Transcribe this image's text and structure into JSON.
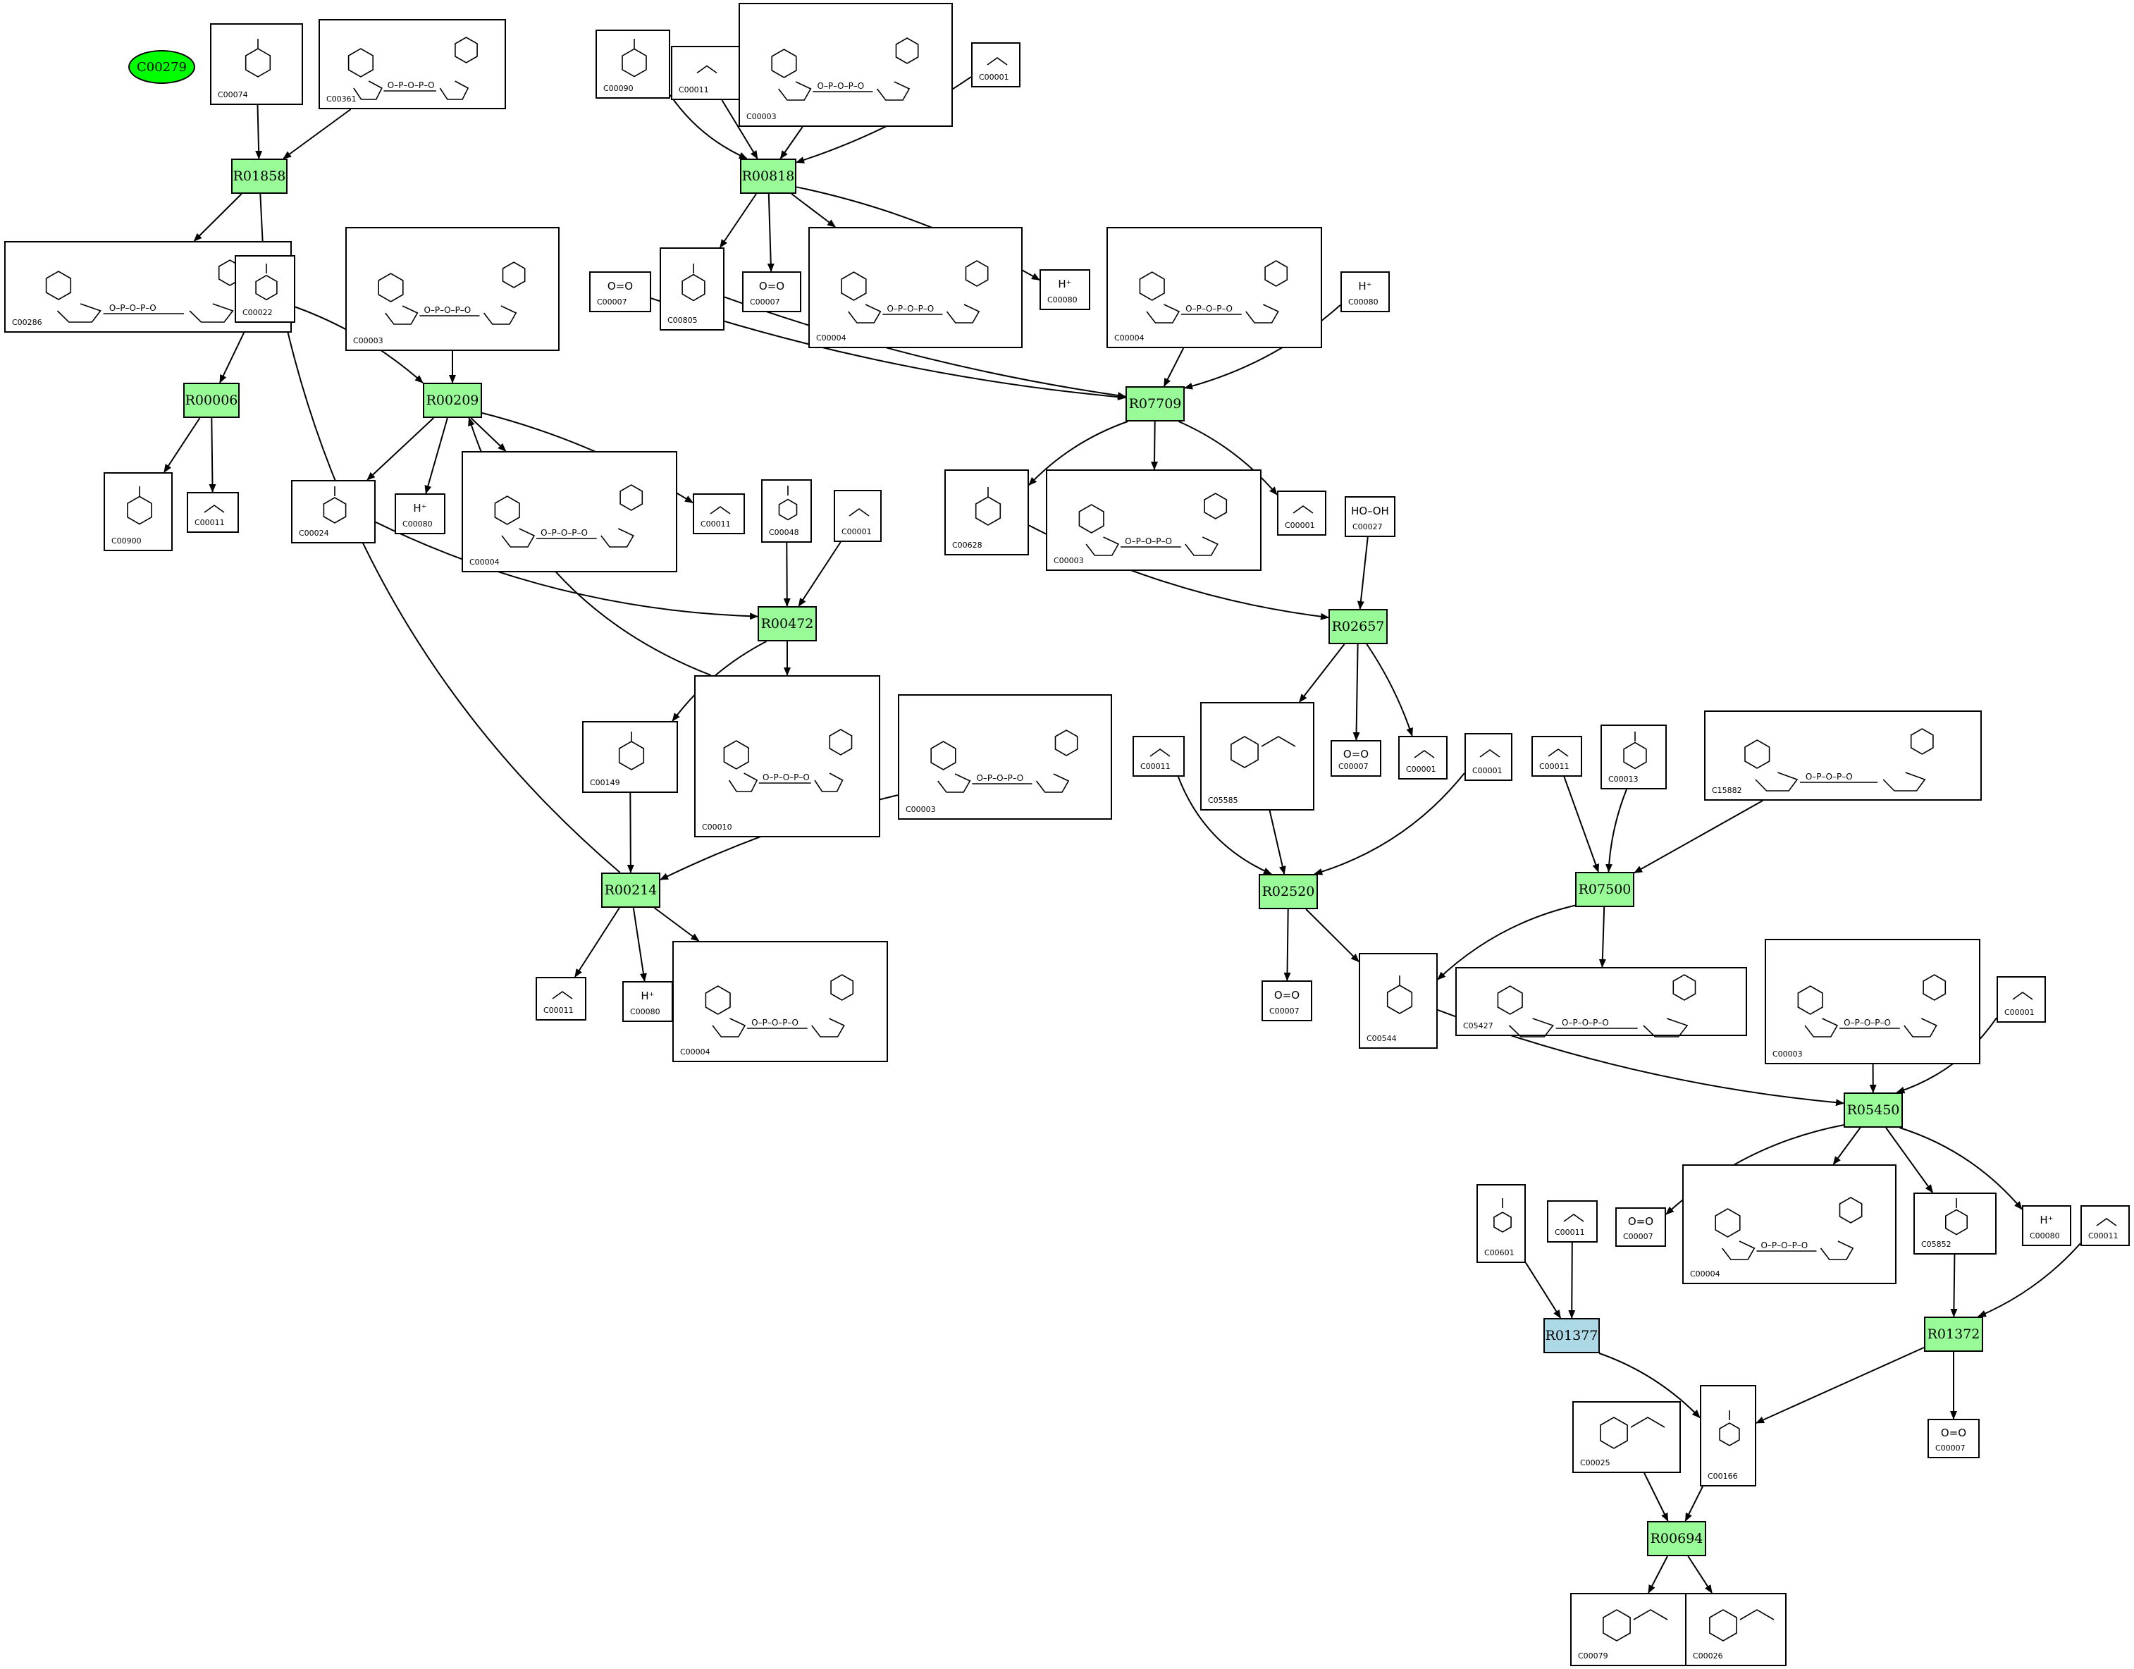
{
  "start_node": "C00279",
  "reactions": [
    {
      "id": "R01858"
    },
    {
      "id": "R00818"
    },
    {
      "id": "R00006"
    },
    {
      "id": "R00209"
    },
    {
      "id": "R07709"
    },
    {
      "id": "R00472"
    },
    {
      "id": "R02657"
    },
    {
      "id": "R00214"
    },
    {
      "id": "R02520"
    },
    {
      "id": "R07500"
    },
    {
      "id": "R05450"
    },
    {
      "id": "R01377"
    },
    {
      "id": "R01372"
    },
    {
      "id": "R00694"
    }
  ],
  "compounds": [
    {
      "key": "n1",
      "id": "C00074",
      "formula": ""
    },
    {
      "key": "n2",
      "id": "C00361",
      "formula": ""
    },
    {
      "key": "n3",
      "id": "C00090",
      "formula": ""
    },
    {
      "key": "n4",
      "id": "C00011",
      "formula": ""
    },
    {
      "key": "n5",
      "id": "C00003",
      "formula": ""
    },
    {
      "key": "n6",
      "id": "C00001",
      "formula": ""
    },
    {
      "key": "n7",
      "id": "C00286",
      "formula": ""
    },
    {
      "key": "n8",
      "id": "C00022",
      "formula": ""
    },
    {
      "key": "n9",
      "id": "C00003",
      "formula": ""
    },
    {
      "key": "n10",
      "id": "C00805",
      "formula": ""
    },
    {
      "key": "n11",
      "id": "C00007",
      "formula": "O=O"
    },
    {
      "key": "n12",
      "id": "C00007",
      "formula": "O=O"
    },
    {
      "key": "n13",
      "id": "C00004",
      "formula": ""
    },
    {
      "key": "n14",
      "id": "C00080",
      "formula": "H⁺"
    },
    {
      "key": "n15",
      "id": "C00004",
      "formula": ""
    },
    {
      "key": "n16",
      "id": "C00080",
      "formula": "H⁺"
    },
    {
      "key": "n17",
      "id": "C00900",
      "formula": ""
    },
    {
      "key": "n18",
      "id": "C00011",
      "formula": ""
    },
    {
      "key": "n19",
      "id": "C00024",
      "formula": ""
    },
    {
      "key": "n20",
      "id": "C00080",
      "formula": "H⁺"
    },
    {
      "key": "n21",
      "id": "C00004",
      "formula": ""
    },
    {
      "key": "n22",
      "id": "C00011",
      "formula": ""
    },
    {
      "key": "n23",
      "id": "C00048",
      "formula": ""
    },
    {
      "key": "n24",
      "id": "C00001",
      "formula": ""
    },
    {
      "key": "n25",
      "id": "C00628",
      "formula": ""
    },
    {
      "key": "n26",
      "id": "C00003",
      "formula": ""
    },
    {
      "key": "n27",
      "id": "C00001",
      "formula": ""
    },
    {
      "key": "n28",
      "id": "C00027",
      "formula": "HO–OH"
    },
    {
      "key": "n29",
      "id": "C00149",
      "formula": ""
    },
    {
      "key": "n30",
      "id": "C00010",
      "formula": ""
    },
    {
      "key": "n31",
      "id": "C00003",
      "formula": ""
    },
    {
      "key": "n32",
      "id": "C05585",
      "formula": ""
    },
    {
      "key": "n33",
      "id": "C00007",
      "formula": "O=O"
    },
    {
      "key": "n34",
      "id": "C00001",
      "formula": ""
    },
    {
      "key": "n35",
      "id": "C00011",
      "formula": ""
    },
    {
      "key": "n36",
      "id": "C00001",
      "formula": ""
    },
    {
      "key": "n37",
      "id": "C00011",
      "formula": ""
    },
    {
      "key": "n38",
      "id": "C00013",
      "formula": ""
    },
    {
      "key": "n39",
      "id": "C15882",
      "formula": ""
    },
    {
      "key": "n40",
      "id": "C00011",
      "formula": ""
    },
    {
      "key": "n41",
      "id": "C00080",
      "formula": "H⁺"
    },
    {
      "key": "n42",
      "id": "C00004",
      "formula": ""
    },
    {
      "key": "n43",
      "id": "C00007",
      "formula": "O=O"
    },
    {
      "key": "n44",
      "id": "C00544",
      "formula": ""
    },
    {
      "key": "n45",
      "id": "C05427",
      "formula": ""
    },
    {
      "key": "n46",
      "id": "C00003",
      "formula": ""
    },
    {
      "key": "n47",
      "id": "C00001",
      "formula": ""
    },
    {
      "key": "n48",
      "id": "C00601",
      "formula": ""
    },
    {
      "key": "n49",
      "id": "C00011",
      "formula": ""
    },
    {
      "key": "n50",
      "id": "C00007",
      "formula": "O=O"
    },
    {
      "key": "n51",
      "id": "C00004",
      "formula": ""
    },
    {
      "key": "n52",
      "id": "C05852",
      "formula": ""
    },
    {
      "key": "n53",
      "id": "C00080",
      "formula": "H⁺"
    },
    {
      "key": "n54",
      "id": "C00011",
      "formula": ""
    },
    {
      "key": "n55",
      "id": "C00025",
      "formula": ""
    },
    {
      "key": "n56",
      "id": "C00166",
      "formula": ""
    },
    {
      "key": "n57",
      "id": "C00007",
      "formula": "O=O"
    },
    {
      "key": "n58",
      "id": "C00079",
      "formula": ""
    },
    {
      "key": "n59",
      "id": "C00026",
      "formula": ""
    }
  ],
  "colors": {
    "reaction_fill": "#98fb98",
    "reaction_highlight_fill": "#add8e6",
    "start_fill": "#00ff00",
    "compound_fill": "#ffffff",
    "stroke": "#000000"
  }
}
